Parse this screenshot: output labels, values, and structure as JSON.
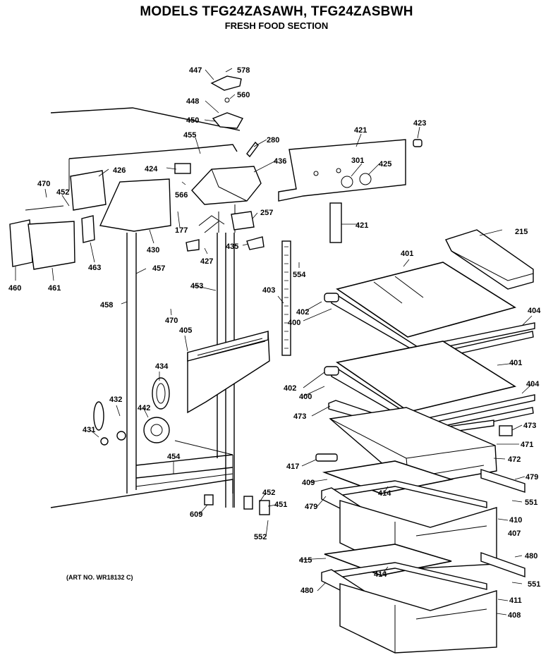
{
  "header": {
    "title": "MODELS TFG24ZASAWH, TFG24ZASBWH",
    "subtitle": "FRESH FOOD SECTION"
  },
  "art_number": "(ART NO. WR18132 C)",
  "callouts": [
    "447",
    "578",
    "560",
    "448",
    "450",
    "455",
    "280",
    "421",
    "423",
    "426",
    "424",
    "436",
    "470",
    "452",
    "566",
    "301",
    "425",
    "257",
    "177",
    "421",
    "215",
    "460",
    "461",
    "463",
    "430",
    "427",
    "435",
    "457",
    "554",
    "401",
    "453",
    "458",
    "403",
    "402",
    "404",
    "470",
    "400",
    "405",
    "434",
    "401",
    "402",
    "404",
    "400",
    "432",
    "442",
    "473",
    "473",
    "431",
    "471",
    "417",
    "472",
    "454",
    "409",
    "479",
    "414",
    "479",
    "551",
    "452",
    "451",
    "609",
    "410",
    "552",
    "407",
    "415",
    "480",
    "414",
    "480",
    "551",
    "411",
    "408"
  ]
}
